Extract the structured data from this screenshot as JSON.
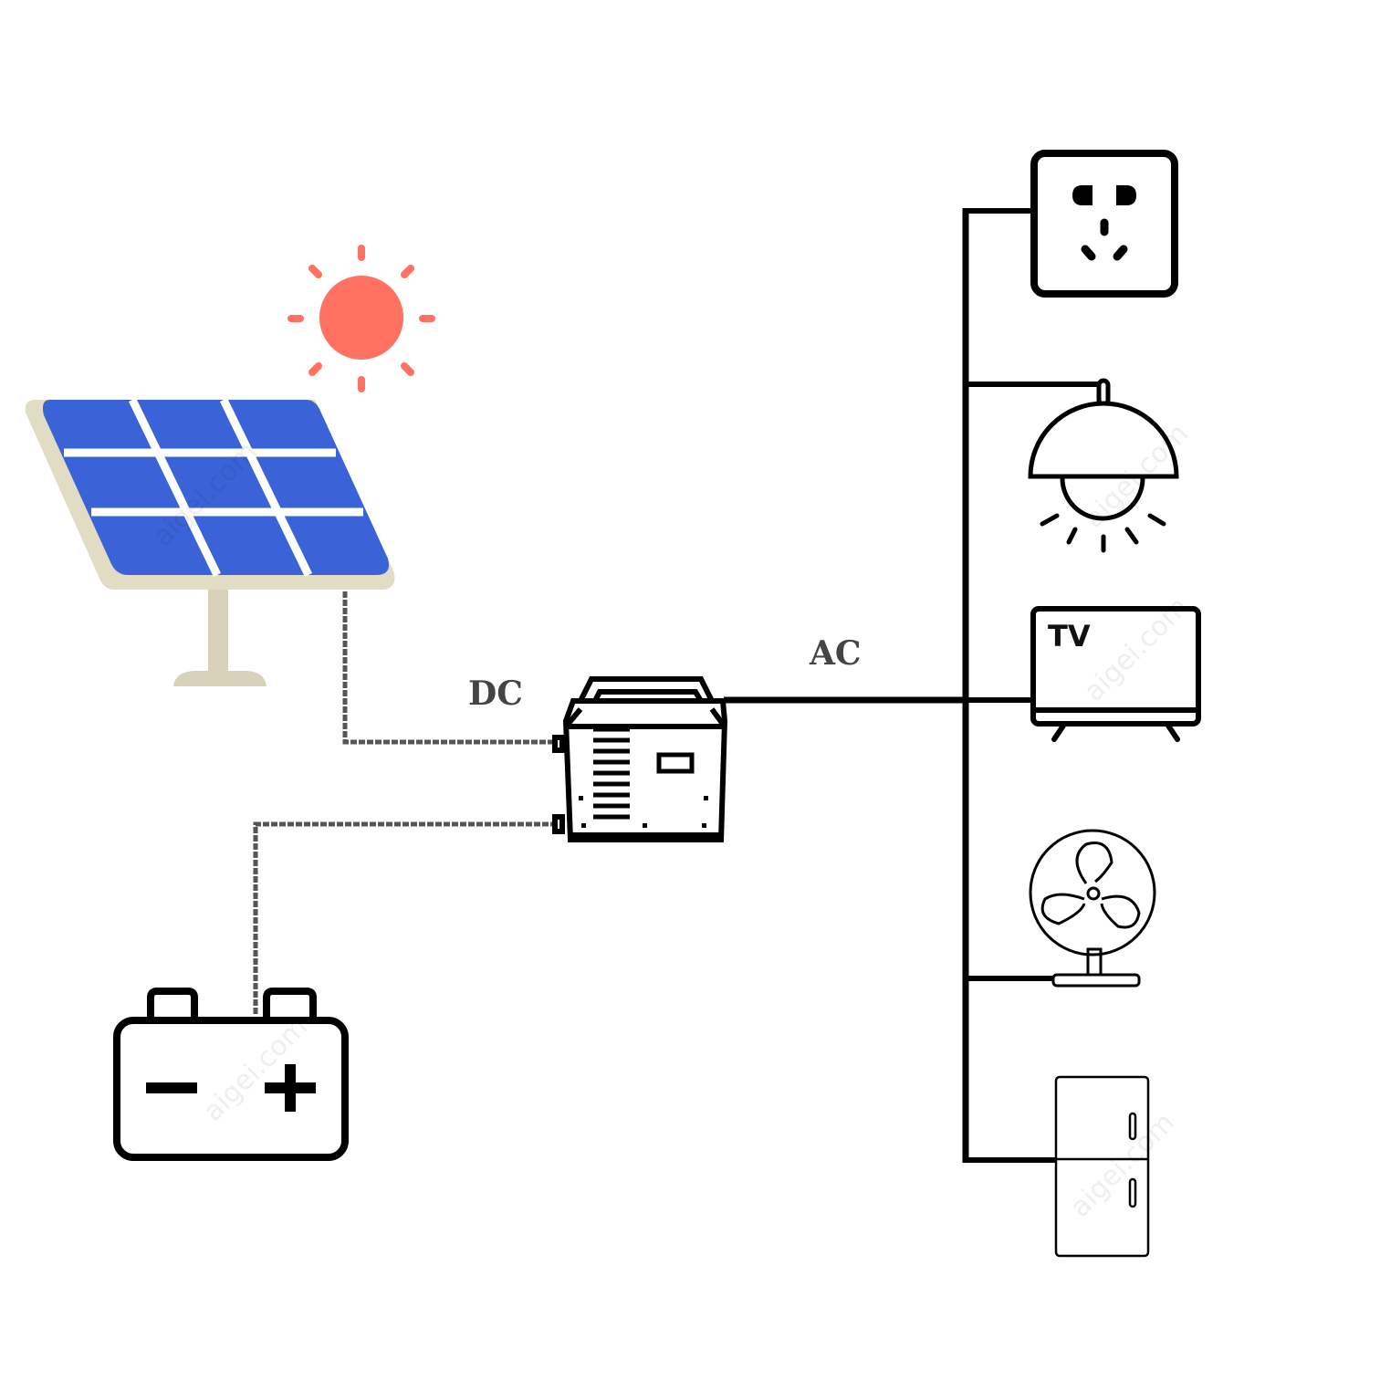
{
  "diagram": {
    "type": "off-grid solar power system",
    "labels": {
      "dc": "DC",
      "ac": "AC",
      "tv": "TV"
    },
    "watermark": "aigei.com",
    "components": [
      "sun",
      "solar-panel",
      "inverter",
      "battery",
      "power-socket",
      "lamp",
      "television",
      "fan",
      "refrigerator"
    ],
    "colors": {
      "sun": "#FF7262",
      "panel": "#3A63D8",
      "frame": "#E3DCC4",
      "line": "#000000",
      "dc_line": "#555555"
    }
  }
}
